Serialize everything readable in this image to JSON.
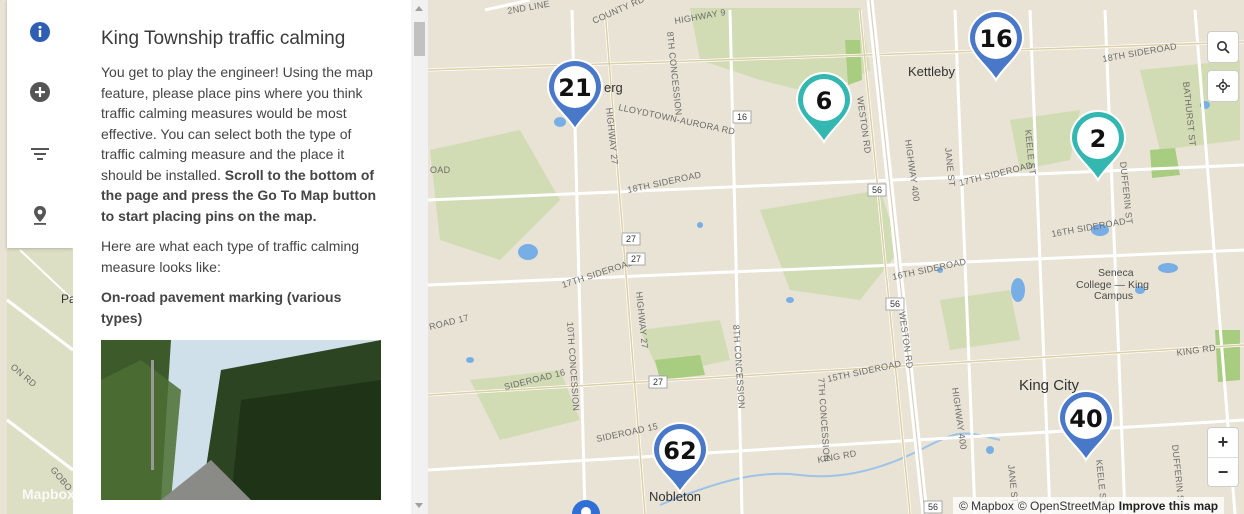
{
  "panel": {
    "title": "King Township traffic calming",
    "intro": "You get to play the engineer! Using the map feature, please place pins where you think traffic calming measures would be most effective. You can select both the type of traffic calming measure and the place it should be installed.",
    "intro_bold": "Scroll to the bottom of the page and press the Go To Map button to start placing pins on the map.",
    "types_intro": "Here are what each type of traffic calming measure looks like:",
    "section_heading": "On-road pavement marking (various types)"
  },
  "rail_icons": [
    "info-icon",
    "add-icon",
    "filter-icon",
    "location-pin-icon"
  ],
  "map": {
    "places": {
      "kettleby": "Kettleby",
      "king_city": "King City",
      "nobleton": "Nobleton",
      "seneca": "Seneca",
      "seneca2": "College — King",
      "seneca3": "Campus",
      "erg": "erg",
      "pa": "Pa"
    },
    "roads": {
      "second_line": "2ND LINE",
      "county_rd": "COUNTY RD",
      "highway9": "HIGHWAY 9",
      "eighth_conc_top": "8TH CONCESSION",
      "lloydtown": "LLOYDTOWN-AURORA RD",
      "eighteenth_w": "18TH SIDEROAD",
      "eighteenth_e": "18TH SIDEROAD",
      "seventeenth_w": "17TH SIDEROAD",
      "seventeenth_e": "17TH SIDEROAD",
      "sixteenth_e": "16TH SIDEROAD",
      "sixteenth_c": "16TH SIDEROAD",
      "fifteenth": "15TH SIDEROAD",
      "sideroad16": "SIDEROAD 16",
      "sideroad15": "SIDEROAD 15",
      "king_rd": "KING RD",
      "king_rd2": "KING RD",
      "tenth_conc": "10TH CONCESSION",
      "eighth_conc": "8TH CONCESSION",
      "seventh_conc": "7TH CONCESSION",
      "weston_rd": "WESTON RD",
      "weston_rd2": "WESTON RD",
      "highway400": "HIGHWAY 400",
      "highway400b": "HIGHWAY 400",
      "highway27": "HIGHWAY 27",
      "highway27b": "HIGHWAY 27",
      "jane_st": "JANE ST",
      "jane_st2": "JANE ST",
      "keele_st": "KEELE ST",
      "keele_st2": "KEELE ST",
      "dufferin_st": "DUFFERIN ST",
      "dufferin_st2": "DUFFERIN ST",
      "bathurst_st": "BATHURST ST",
      "road17": "ROAD 17",
      "oad": "OAD",
      "on_rd": "ON RD",
      "gobo": "GOBO"
    },
    "shields": [
      "16",
      "27",
      "27",
      "27",
      "56",
      "56",
      "56"
    ],
    "clusters": [
      {
        "count": "21",
        "color": "#4a78c8"
      },
      {
        "count": "6",
        "color": "#35b7b1"
      },
      {
        "count": "16",
        "color": "#4a78c8"
      },
      {
        "count": "2",
        "color": "#35b7b1"
      },
      {
        "count": "62",
        "color": "#4a78c8"
      },
      {
        "count": "40",
        "color": "#4a78c8"
      }
    ]
  },
  "controls": {
    "zoom_in": "+",
    "zoom_out": "−"
  },
  "attribution": {
    "mapbox": "© Mapbox",
    "osm": "© OpenStreetMap",
    "improve": "Improve this map"
  },
  "logo": "Mapbox"
}
